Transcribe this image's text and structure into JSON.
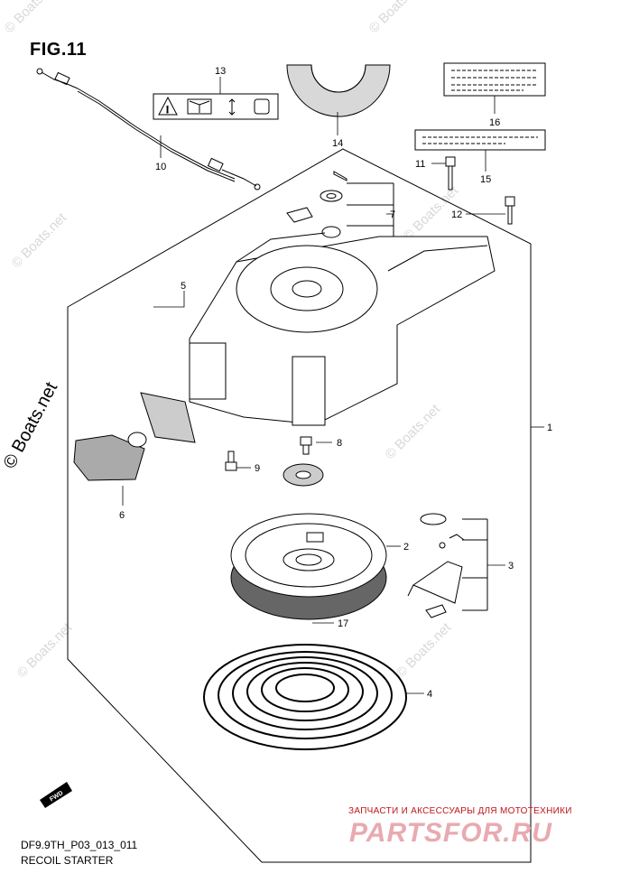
{
  "figure": {
    "title": "FIG.11",
    "code": "DF9.9TH_P03_013_011",
    "name": "RECOIL STARTER"
  },
  "callouts": [
    "1",
    "2",
    "3",
    "4",
    "5",
    "6",
    "7",
    "8",
    "9",
    "10",
    "11",
    "12",
    "13",
    "14",
    "15",
    "16",
    "17"
  ],
  "watermark": {
    "main": "© Boats.net",
    "small": "© Boats.net"
  },
  "promo": {
    "line": "ЗАПЧАСТИ И АКСЕССУАРЫ ДЛЯ МОТОТЕХНИКИ",
    "brand": "PARTSFOR.RU"
  },
  "fwd_label": "FWD"
}
